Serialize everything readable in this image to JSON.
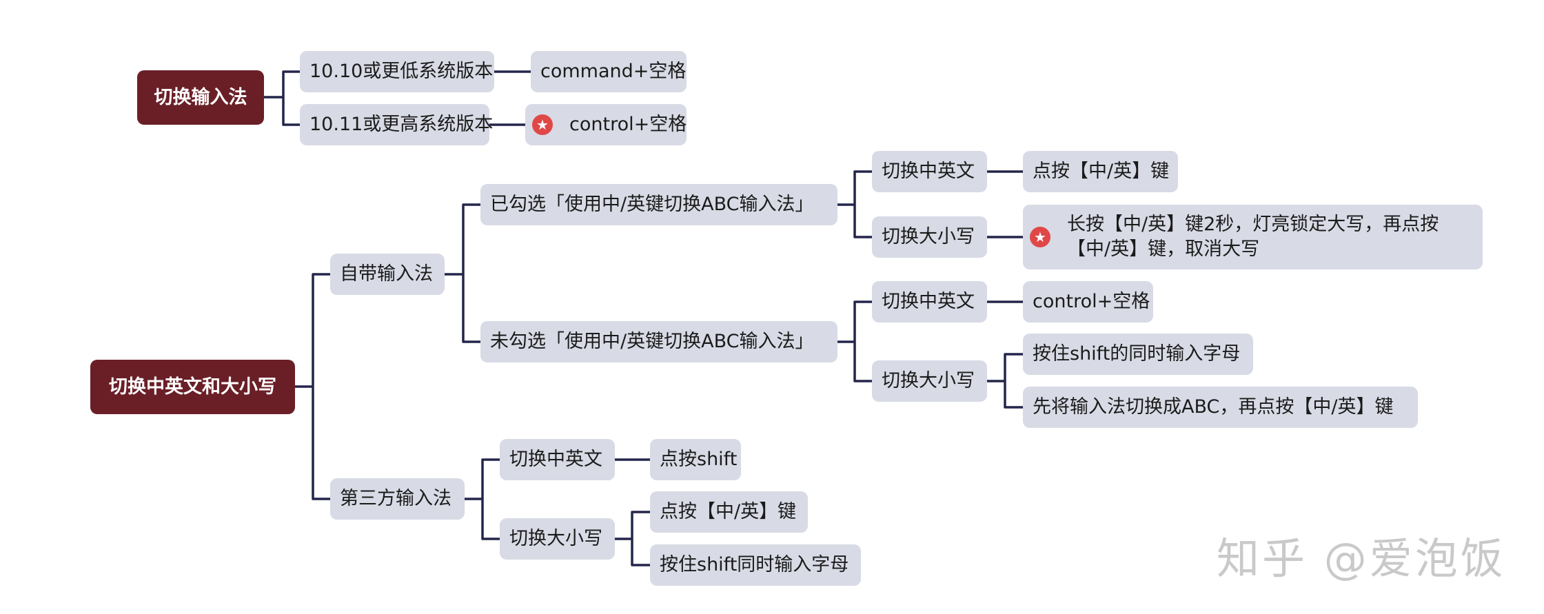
{
  "tree1": {
    "root": "切换输入法",
    "n1": "10.10或更低系统版本",
    "n1a": "command+空格",
    "n2": "10.11或更高系统版本",
    "n2a": "control+空格",
    "n2a_icon": "star-icon"
  },
  "tree2": {
    "root": "切换中英文和大小写",
    "builtin": "自带输入法",
    "checked": "已勾选「使用中/英键切换ABC输入法」",
    "checked_cn_en": "切换中英文",
    "checked_cn_en_a": "点按【中/英】键",
    "checked_case": "切换大小写",
    "checked_case_a": "长按【中/英】键2秒，灯亮锁定大写，再点按【中/英】键，取消大写",
    "checked_case_icon": "star-icon",
    "unchecked": "未勾选「使用中/英键切换ABC输入法」",
    "unchecked_cn_en": "切换中英文",
    "unchecked_cn_en_a": "control+空格",
    "unchecked_case": "切换大小写",
    "unchecked_case_a1": "按住shift的同时输入字母",
    "unchecked_case_a2": "先将输入法切换成ABC，再点按【中/英】键",
    "third": "第三方输入法",
    "third_cn_en": "切换中英文",
    "third_cn_en_a": "点按shift",
    "third_case": "切换大小写",
    "third_case_a1": "点按【中/英】键",
    "third_case_a2": "按住shift同时输入字母"
  },
  "watermark": "知乎 @爱泡饭",
  "colors": {
    "root_bg": "#6a1f27",
    "node_bg": "#d8dae5",
    "line": "#23254a",
    "star": "#e04848"
  }
}
